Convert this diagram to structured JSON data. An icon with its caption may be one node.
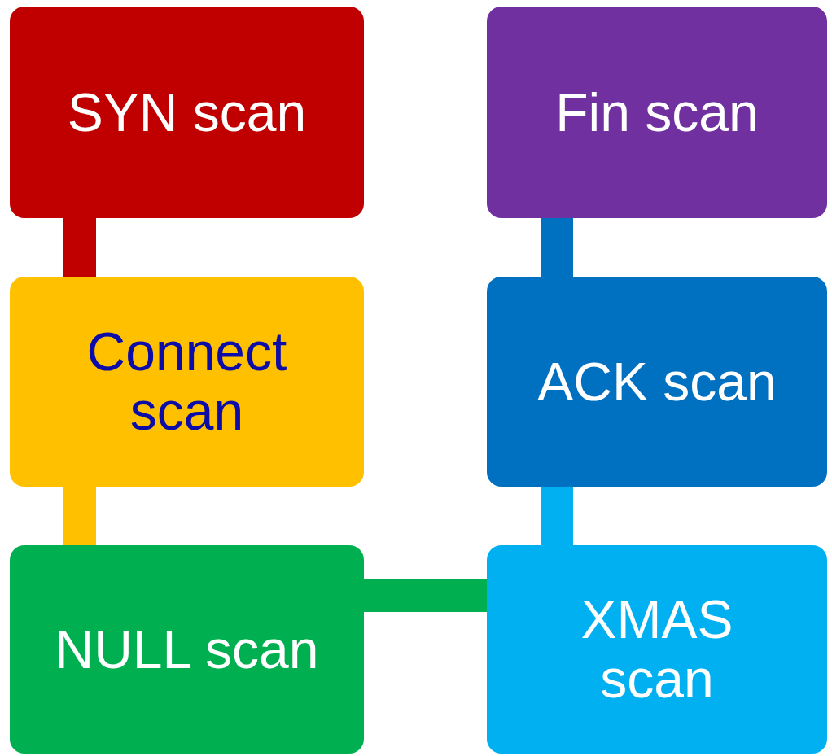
{
  "diagram": {
    "nodes": [
      {
        "text": [
          "SYN scan"
        ]
      },
      {
        "text": [
          "Fin scan"
        ]
      },
      {
        "text": [
          "Connect scan"
        ]
      },
      {
        "text": [
          "ACK scan"
        ]
      },
      {
        "text": [
          "NULL scan"
        ]
      },
      {
        "text": [
          "XMAS scan"
        ]
      }
    ],
    "edges": [
      {
        "from": 0,
        "to": 2,
        "arrow": "none",
        "color": "#c00000"
      },
      {
        "from": 2,
        "to": 4,
        "arrow": "none",
        "color": "#ffc000"
      },
      {
        "from": 4,
        "to": 5,
        "arrow": "none",
        "color": "#00b050"
      },
      {
        "from": 5,
        "to": 3,
        "arrow": "none",
        "color": "#00b0f0"
      },
      {
        "from": 3,
        "to": 1,
        "arrow": "none",
        "color": "#0070c0"
      }
    ]
  }
}
